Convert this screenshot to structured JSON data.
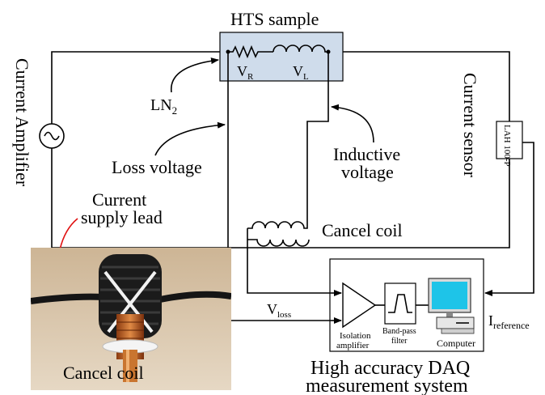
{
  "labels": {
    "hts_sample": "HTS sample",
    "vr_main": "V",
    "vr_sub": "R",
    "vl_main": "V",
    "vl_sub": "L",
    "ln2_main": "LN",
    "ln2_sub": "2",
    "loss_voltage": "Loss voltage",
    "inductive_voltage_line1": "Inductive",
    "inductive_voltage_line2": "voltage",
    "current_supply_lead_line1": "Current",
    "current_supply_lead_line2": "supply lead",
    "cancel_coil": "Cancel coil",
    "current_amplifier": "Current Amplifier",
    "current_sensor": "Current sensor",
    "sensor_model": "LAH 100-P",
    "vloss_main": "V",
    "vloss_sub": "loss",
    "ireference_main": "I",
    "ireference_sub": "reference",
    "isolation_amplifier_line1": "Isolation",
    "isolation_amplifier_line2": "amplifier",
    "bandpass_filter_line1": "Band-pass",
    "bandpass_filter_line2": "filter",
    "computer": "Computer",
    "daq_line1": "High accuracy DAQ",
    "daq_line2": "measurement system",
    "photo_caption": "Cancel coil"
  },
  "colors": {
    "sample_box_fill": "#cfdceb",
    "photo_background": "#d9c7ad",
    "screen_fill": "#1ec4e8",
    "pointer_arrow": "#e01010"
  }
}
